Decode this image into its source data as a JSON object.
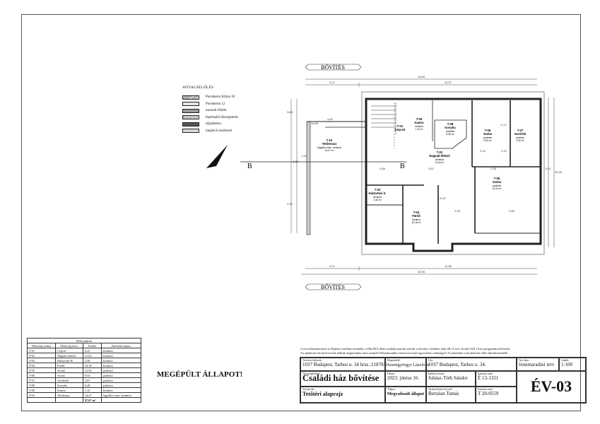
{
  "legend": {
    "title": "ANYAGJELÖLÉS",
    "items": [
      {
        "label": "Porotherm Klíma 30",
        "fill": "#cfcfcf"
      },
      {
        "label": "Porotherm 12",
        "fill": "#e6e6e6"
      },
      {
        "label": "monolit födém",
        "fill": "#9a9a9a"
      },
      {
        "label": "lépéshalló hőszigetelés",
        "fill": "#ffffff"
      },
      {
        "label": "aljzatbeton",
        "fill": "#555555"
      },
      {
        "label": "meglévő szerkezet",
        "fill": "#d8d8d8"
      }
    ]
  },
  "plan": {
    "extension_label": "BŐVÍTÉS",
    "section_mark": "B",
    "dims_top": [
      "16,69",
      "3,72",
      "12,57"
    ],
    "dims_bottom": [
      "3,72",
      "12,56",
      "16,35"
    ],
    "dims_side": [
      "10,00",
      "1,04",
      "8,38",
      "3,83",
      "2,40"
    ],
    "dims_inner": [
      "14,65",
      "4,82",
      "2,66",
      "3,42",
      "2,36",
      "2,25",
      "2,56",
      "2,16",
      "2,10",
      "-1,17",
      "-1,61",
      "+5,37"
    ],
    "rooms": [
      {
        "code": "T-10",
        "name": "Tetőterasz",
        "floor": "fagyálló csem. kerámia",
        "area": "14,47 m²"
      },
      {
        "code": "T-01",
        "name": "Lépcső",
        "floor": "",
        "area": ""
      },
      {
        "code": "T-09",
        "name": "Kamra",
        "floor": "kerámia",
        "area": "1,15 m²"
      },
      {
        "code": "T-08",
        "name": "Konyha",
        "floor": "parketta",
        "area": "6,48 m²"
      },
      {
        "code": "T-06",
        "name": "Szoba",
        "floor": "parketta",
        "area": "9,54 m²"
      },
      {
        "code": "T-07",
        "name": "Gardrób",
        "floor": "parketta",
        "area": "2,60 m²"
      },
      {
        "code": "T-02",
        "name": "Nappali-étkező",
        "floor": "kerámia",
        "area": "31,64 m²"
      },
      {
        "code": "T-03",
        "name": "Háztartási h.",
        "floor": "kerámia",
        "area": "2,48 m²"
      },
      {
        "code": "T-04",
        "name": "Fürdő",
        "floor": "kerámia",
        "area": "10,18 m²"
      },
      {
        "code": "T-05",
        "name": "Szoba",
        "floor": "parketta",
        "area": "12,94 m²"
      }
    ]
  },
  "room_table": {
    "title": "Helyiséglista",
    "headers": [
      "Helyiség száma",
      "Helyiség neve",
      "Terület",
      "Burkolat típusa"
    ],
    "rows": [
      [
        "T-01",
        "Lépcső",
        "6,25",
        "kerámia"
      ],
      [
        "T-02",
        "Nappali étkező",
        "31,64",
        "kerámia"
      ],
      [
        "T-03",
        "Háztartási H.",
        "2,48",
        "kerámia"
      ],
      [
        "T-04",
        "Fürdő",
        "10,18",
        "kerámia"
      ],
      [
        "T-05",
        "Szoba",
        "12,94",
        "parketta"
      ],
      [
        "T-06",
        "Szoba",
        "9,54",
        "parketta"
      ],
      [
        "T-07",
        "Gardrobe",
        "2,63",
        "parketta"
      ],
      [
        "T-08",
        "Konyha",
        "6,48",
        "parketta"
      ],
      [
        "T-09",
        "Kamra",
        "1,15",
        "kerámia"
      ],
      [
        "T-10",
        "Tetőterasz",
        "14,47",
        "fagyálló csem. kerámia"
      ]
    ],
    "total": "97,67 m²"
  },
  "status_stamp": "MEGÉPÜLT ÁLLAPOT!",
  "notice": [
    "A tervdokumentáció az Építész szellemi terméke, a Ptk.86.§-ában szabályozottak szerint a törvény védelme alatt áll! A terv ArchiCAD 14-es programmal készült.",
    "Az építészeti kiviteli tervek nélkül megkezdeni nem szabad! Ellentmondás esetén tervezői egyeztetés szükséges! A méreteket a kivitelezés előtt ellenőrizendők!"
  ],
  "title_block": {
    "location_label": "Tervezési helyszín:",
    "location": "1037 Budapest, Tarhos u. 34 hrsz.:21878/5",
    "client_label": "Megrendelő:",
    "client": "Szentgyörgyi Lászlóné",
    "address_label": "Cím:",
    "address": "1037 Budapest, Tarhos u. 34.",
    "plan_type_label": "Terv fajta:",
    "plan_type": "fennmaradási terv",
    "scale_label": "Lépték:",
    "scale": "1:100",
    "project_label": "Terv megnevezés:",
    "project": "Családi ház bővítése",
    "date_label": "Dátum:",
    "date": "2023. június 16.",
    "architect_label": "Építész tervező:",
    "architect": "Juhász-Tóth Sándor",
    "chamber1_label": "Kamarai szám:",
    "chamber1": "É 13-1321",
    "sheet_code": "ÉV-03",
    "sheet_label": "Tervlap név:",
    "sheet": "Tetőtéri alaprajz",
    "state_label": "Állapot:",
    "state": "Megvalósult állapot",
    "structural_label": "Tartószerkezeti tervező:",
    "structural": "Bertalan Tamás",
    "chamber2_label": "Kamarai szám:",
    "chamber2": "T 20-0559"
  }
}
